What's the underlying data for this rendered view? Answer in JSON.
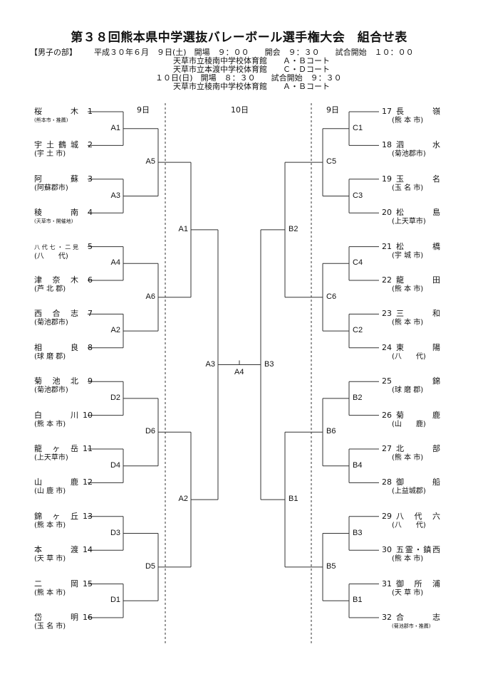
{
  "title": "第３８回熊本県中学選抜バレーボール選手権大会　組合せ表",
  "schedule": {
    "division": "【男子の部】",
    "day1": "平成３０年６月　９日(土)　開場　９：００　　開会　９：３０　　試合開始　１０：００",
    "venue1": "天草市立稜南中学校体育館　　Ａ・Ｂコート",
    "venue2": "天草市立本渡中学校体育館　　Ｃ・Ｄコート",
    "day2": "１０日(日)　開場　８：３０　　試合開始　９：３０",
    "venue3": "天草市立稜南中学校体育館　　Ａ・Ｂコート"
  },
  "day_headers": {
    "left": "9日",
    "center": "10日",
    "right": "9日"
  },
  "left_teams": [
    {
      "num": "1",
      "name": "桜木",
      "region": "(熊本市・推薦)",
      "small": true
    },
    {
      "num": "2",
      "name": "宇土鶴城",
      "region": "(宇 土 市)"
    },
    {
      "num": "3",
      "name": "阿蘇",
      "region": "(阿蘇郡市)"
    },
    {
      "num": "4",
      "name": "稜南",
      "region": "(天草市・開催地)",
      "small": true
    },
    {
      "num": "5",
      "name": "八代七・二見",
      "region": "(八　　代)",
      "smallname": true
    },
    {
      "num": "6",
      "name": "津奈木",
      "region": "(芦 北 郡)"
    },
    {
      "num": "7",
      "name": "西合志",
      "region": "(菊池郡市)"
    },
    {
      "num": "8",
      "name": "相良",
      "region": "(球 磨 郡)"
    },
    {
      "num": "9",
      "name": "菊池北",
      "region": "(菊池郡市)"
    },
    {
      "num": "10",
      "name": "白川",
      "region": "(熊 本 市)"
    },
    {
      "num": "11",
      "name": "龍ヶ岳",
      "region": "(上天草市)"
    },
    {
      "num": "12",
      "name": "山鹿",
      "region": "(山 鹿 市)"
    },
    {
      "num": "13",
      "name": "錦ヶ丘",
      "region": "(熊 本 市)"
    },
    {
      "num": "14",
      "name": "本渡",
      "region": "(天 草 市)"
    },
    {
      "num": "15",
      "name": "二岡",
      "region": "(熊 本 市)"
    },
    {
      "num": "16",
      "name": "岱明",
      "region": "(玉 名 市)"
    }
  ],
  "right_teams": [
    {
      "num": "17",
      "name": "長嶺",
      "region": "(熊 本 市)"
    },
    {
      "num": "18",
      "name": "泗水",
      "region": "(菊池郡市)"
    },
    {
      "num": "19",
      "name": "玉名",
      "region": "(玉 名 市)"
    },
    {
      "num": "20",
      "name": "松島",
      "region": "(上天草市)"
    },
    {
      "num": "21",
      "name": "松橋",
      "region": "(宇 城 市)"
    },
    {
      "num": "22",
      "name": "龍田",
      "region": "(熊 本 市)"
    },
    {
      "num": "23",
      "name": "三和",
      "region": "(熊 本 市)"
    },
    {
      "num": "24",
      "name": "東陽",
      "region": "(八　　代)"
    },
    {
      "num": "25",
      "name": "　錦　",
      "region": "(球 磨 郡)"
    },
    {
      "num": "26",
      "name": "菊鹿",
      "region": "(山　　鹿)"
    },
    {
      "num": "27",
      "name": "北部",
      "region": "(熊 本 市)"
    },
    {
      "num": "28",
      "name": "御船",
      "region": "(上益城郡)"
    },
    {
      "num": "29",
      "name": "八代六",
      "region": "(八　　代)"
    },
    {
      "num": "30",
      "name": "五霊・鎮西",
      "region": "(熊 本 市)"
    },
    {
      "num": "31",
      "name": "御所浦",
      "region": "(天 草 市)"
    },
    {
      "num": "32",
      "name": "合志",
      "region": "(菊池郡市・推薦)",
      "small": true
    }
  ],
  "matches": {
    "left_r1": [
      "A1",
      "A3",
      "A4",
      "A2",
      "D2",
      "D4",
      "D3",
      "D1"
    ],
    "left_r2": [
      "A5",
      "A6",
      "D6",
      "D5"
    ],
    "left_r3": [
      "A1",
      "A2"
    ],
    "left_r4": "A3",
    "final": "A4",
    "right_r4": "B3",
    "right_r3": [
      "B2",
      "B1"
    ],
    "right_r2": [
      "C5",
      "C6",
      "B6",
      "B5"
    ],
    "right_r1": [
      "C1",
      "C3",
      "C4",
      "C2",
      "B2",
      "B4",
      "B3",
      "B1"
    ]
  }
}
